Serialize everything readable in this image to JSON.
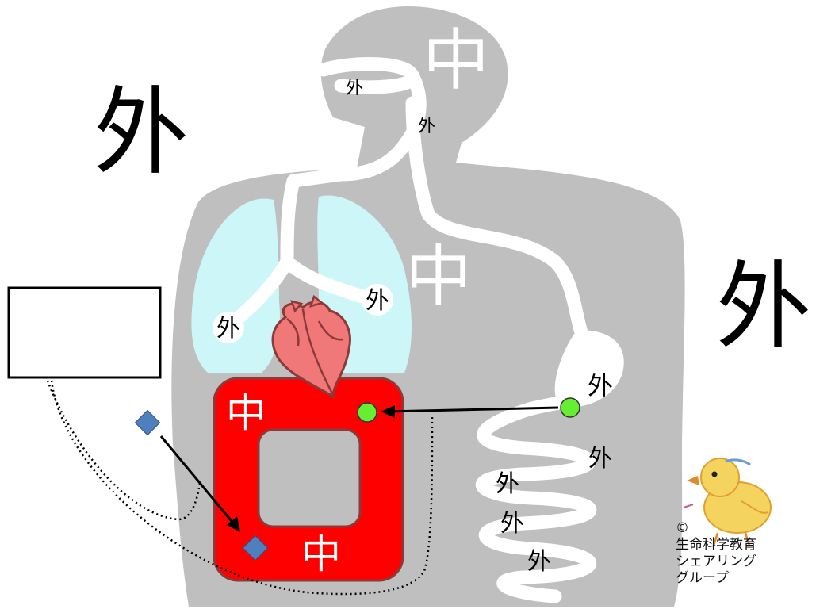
{
  "labels": {
    "outside": "外",
    "inside": "中"
  },
  "blank_box_text": "",
  "credit": {
    "symbol": "©",
    "line1": "生命科学教育",
    "line2": "シェアリング",
    "line3": "グループ"
  },
  "colors": {
    "body": "#bfbfbf",
    "tract": "#ffffff",
    "lung": "#cdf6f8",
    "blood_box": "#ff0000",
    "heart": "#f07878",
    "particle": "#66ee33",
    "diamond": "#4f80bd"
  }
}
